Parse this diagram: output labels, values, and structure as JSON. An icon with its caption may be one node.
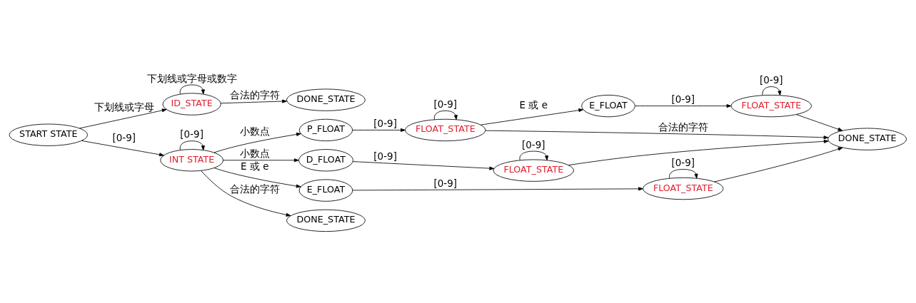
{
  "diagram": {
    "nodes": [
      {
        "text": [
          "START STATE"
        ]
      },
      {
        "text": [
          "ID_STATE"
        ]
      },
      {
        "text": [
          "DONE_STATE"
        ]
      },
      {
        "text": [
          "INT STATE"
        ]
      },
      {
        "text": [
          "P_FLOAT"
        ]
      },
      {
        "text": [
          "FLOAT_STATE"
        ]
      },
      {
        "text": [
          "E_FLOAT"
        ]
      },
      {
        "text": [
          "FLOAT_STATE"
        ]
      },
      {
        "text": [
          "D_FLOAT"
        ]
      },
      {
        "text": [
          "FLOAT_STATE"
        ]
      },
      {
        "text": [
          "DONE_STATE"
        ]
      },
      {
        "text": [
          "E_FLOAT"
        ]
      },
      {
        "text": [
          "FLOAT_STATE"
        ]
      },
      {
        "text": [
          "DONE_STATE"
        ]
      }
    ],
    "edges": [
      {
        "from": 0,
        "to": 1,
        "arrow": "to",
        "label": "下划线或字母"
      },
      {
        "from": 1,
        "to": 1,
        "arrow": "to",
        "label": "下划线或字母或数字"
      },
      {
        "from": 1,
        "to": 2,
        "arrow": "to",
        "label": "合法的字符"
      },
      {
        "from": 0,
        "to": 3,
        "arrow": "to",
        "label": "[0-9]"
      },
      {
        "from": 3,
        "to": 3,
        "arrow": "to",
        "label": "[0-9]"
      },
      {
        "from": 3,
        "to": 4,
        "arrow": "to",
        "label": "小数点"
      },
      {
        "from": 3,
        "to": 8,
        "arrow": "to",
        "label": "小数点"
      },
      {
        "from": 3,
        "to": 11,
        "arrow": "to",
        "label": "E 或 e"
      },
      {
        "from": 3,
        "to": 13,
        "arrow": "to",
        "label": "合法的字符"
      },
      {
        "from": 4,
        "to": 5,
        "arrow": "to",
        "label": "[0-9]"
      },
      {
        "from": 5,
        "to": 5,
        "arrow": "to",
        "label": "[0-9]"
      },
      {
        "from": 5,
        "to": 6,
        "arrow": "to",
        "label": "E 或 e"
      },
      {
        "from": 5,
        "to": 10,
        "arrow": "to",
        "label": "合法的字符"
      },
      {
        "from": 6,
        "to": 7,
        "arrow": "to",
        "label": "[0-9]"
      },
      {
        "from": 7,
        "to": 7,
        "arrow": "to",
        "label": "[0-9]"
      },
      {
        "from": 7,
        "to": 10,
        "arrow": "to"
      },
      {
        "from": 8,
        "to": 9,
        "arrow": "to",
        "label": "[0-9]"
      },
      {
        "from": 9,
        "to": 9,
        "arrow": "to",
        "label": "[0-9]"
      },
      {
        "from": 9,
        "to": 10,
        "arrow": "to"
      },
      {
        "from": 11,
        "to": 12,
        "arrow": "to",
        "label": "[0-9]"
      },
      {
        "from": 12,
        "to": 12,
        "arrow": "to",
        "label": "[0-9]"
      },
      {
        "from": 12,
        "to": 10,
        "arrow": "to"
      }
    ]
  }
}
